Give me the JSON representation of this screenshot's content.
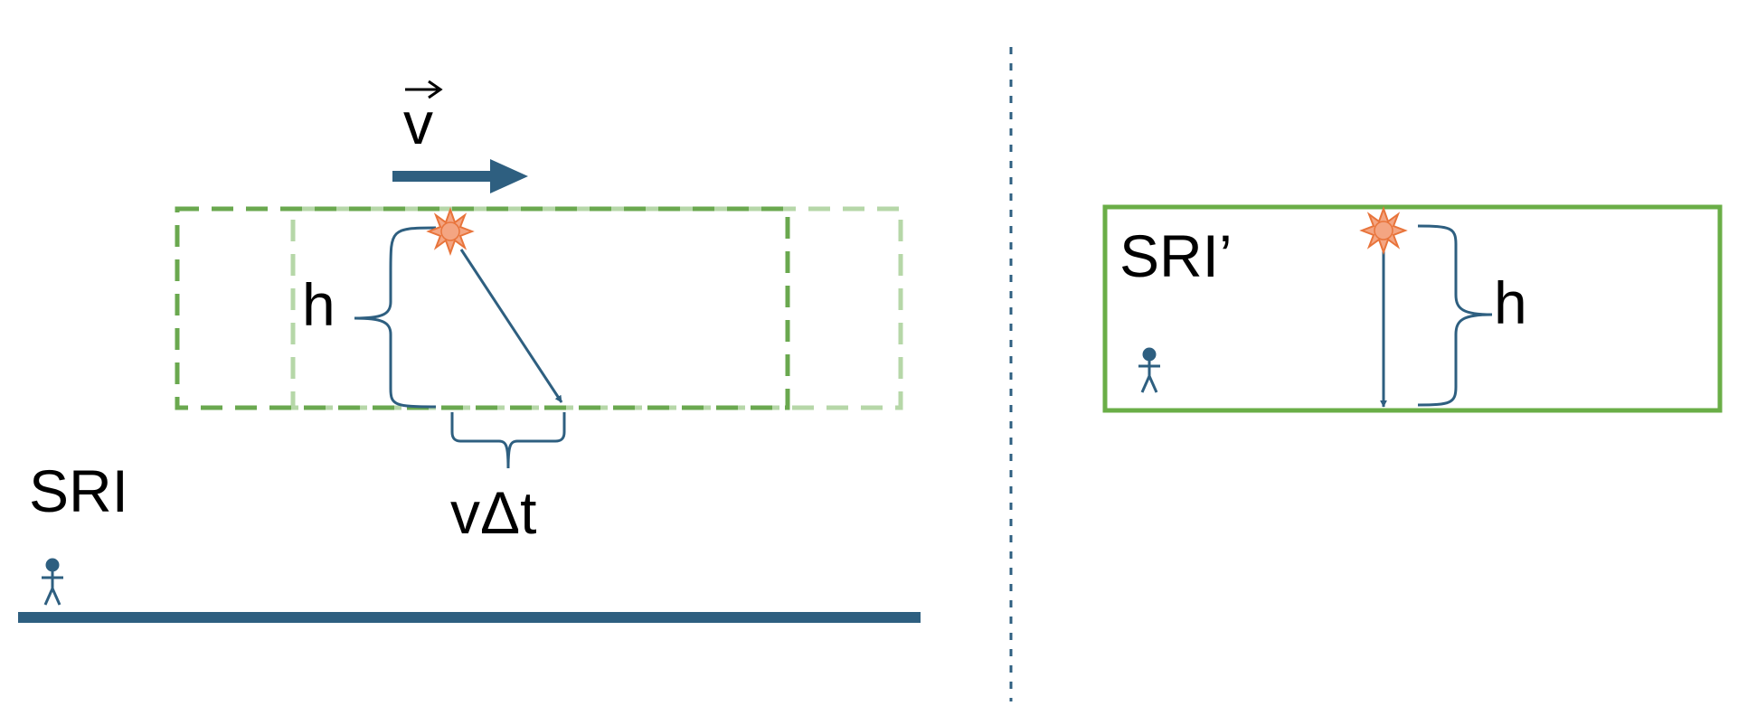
{
  "colors": {
    "primary_blue": "#2E5F80",
    "green_dark": "#6AA84F",
    "green_light": "#B6D7A8",
    "green_solid": "#6AAE47",
    "star_fill": "#F4A582",
    "star_stroke": "#E8743B",
    "divider": "#2E5F80"
  },
  "icons": {
    "observer": "stick-figure-icon",
    "light_source": "starburst-icon",
    "velocity": "right-arrow-icon"
  },
  "left_panel": {
    "velocity_symbol": "v",
    "height_label": "h",
    "displacement_label": "vΔt",
    "frame_label": "SRI"
  },
  "right_panel": {
    "frame_label": "SRI’",
    "height_label": "h"
  }
}
